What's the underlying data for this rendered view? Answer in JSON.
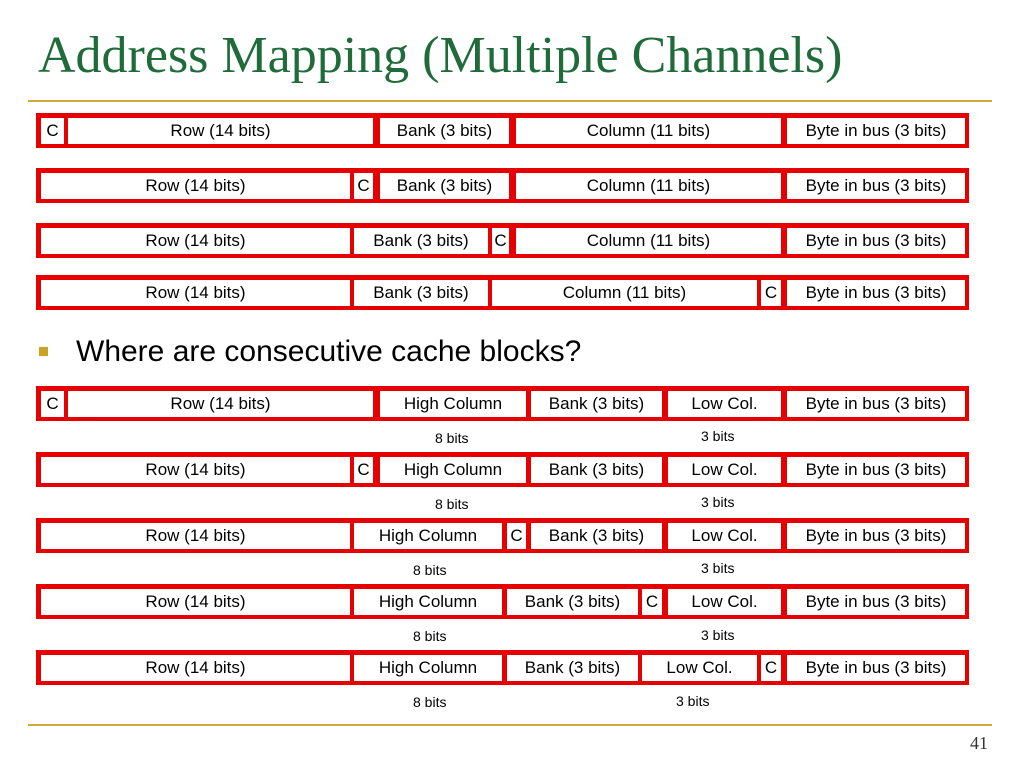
{
  "title": "Address Mapping (Multiple Channels)",
  "bullet": "Where are consecutive cache blocks?",
  "page_number": "41",
  "colors": {
    "title": "#1f6b3a",
    "rule": "#d4a73a",
    "border": "#e60000",
    "bullet": "#c9a227"
  },
  "bit_labels": {
    "high_column": "8 bits",
    "low_column": "3 bits"
  },
  "mappings_a": [
    [
      "C",
      "Row (14 bits)",
      "Bank (3 bits)",
      "Column (11 bits)",
      "Byte in bus (3 bits)"
    ],
    [
      "Row (14 bits)",
      "C",
      "Bank (3 bits)",
      "Column (11 bits)",
      "Byte in bus (3 bits)"
    ],
    [
      "Row (14 bits)",
      "Bank (3 bits)",
      "C",
      "Column (11 bits)",
      "Byte in bus (3 bits)"
    ],
    [
      "Row (14 bits)",
      "Bank (3 bits)",
      "Column (11 bits)",
      "C",
      "Byte in bus (3 bits)"
    ]
  ],
  "mappings_b": [
    [
      "C",
      "Row (14 bits)",
      "High Column",
      "Bank (3 bits)",
      "Low Col.",
      "Byte in bus (3 bits)"
    ],
    [
      "Row (14 bits)",
      "C",
      "High Column",
      "Bank (3 bits)",
      "Low Col.",
      "Byte in bus (3 bits)"
    ],
    [
      "Row (14 bits)",
      "High Column",
      "C",
      "Bank (3 bits)",
      "Low Col.",
      "Byte in bus (3 bits)"
    ],
    [
      "Row (14 bits)",
      "High Column",
      "Bank (3 bits)",
      "C",
      "Low Col.",
      "Byte in bus (3 bits)"
    ],
    [
      "Row (14 bits)",
      "High Column",
      "Bank (3 bits)",
      "Low Col.",
      "C",
      "Byte in bus (3 bits)"
    ]
  ]
}
